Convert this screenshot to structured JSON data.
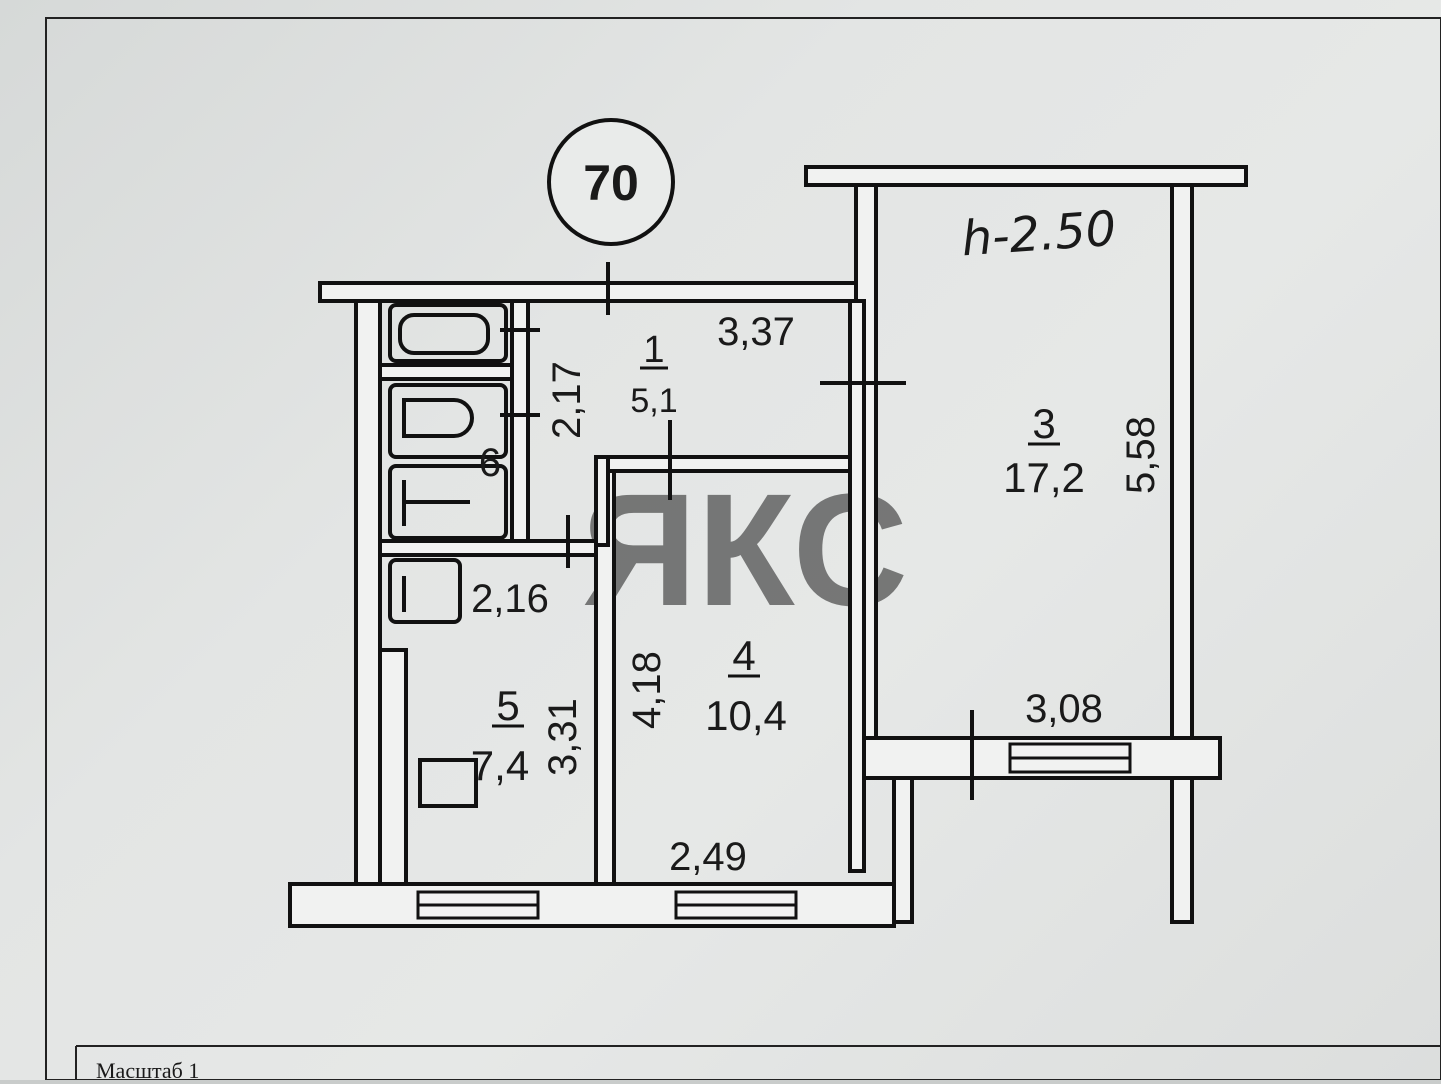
{
  "apartment_number": "70",
  "ceiling_height": "h-2.50",
  "watermark": "ЯКС",
  "rooms": [
    {
      "id": "1",
      "area": "5,1"
    },
    {
      "id": "3",
      "area": "17,2"
    },
    {
      "id": "4",
      "area": "10,4"
    },
    {
      "id": "5",
      "area": "7,4"
    },
    {
      "id": "6",
      "area": ""
    }
  ],
  "dimensions": [
    "3,37",
    "2,17",
    "5,58",
    "3,08",
    "4,18",
    "2,49",
    "3,31",
    "2,16"
  ],
  "scale_label": "Масштаб 1"
}
